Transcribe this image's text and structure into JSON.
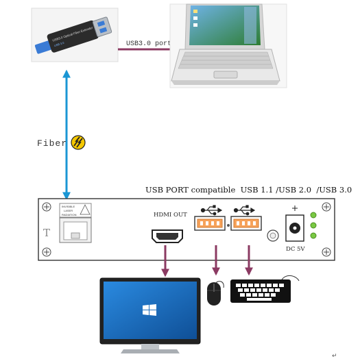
{
  "labels": {
    "usb_port_link": "USB3.0 port",
    "fiber": "Fiber",
    "compat": "USB PORT compatible  USB 1.1 /USB 2.0  /USB 3.0",
    "hdmi_out": "HDMI OUT",
    "dc": "DC 5V",
    "laser_warning": [
      "INVISIBLE",
      "LASER",
      "RADIATION"
    ],
    "panel_t": "T",
    "dongle_text": [
      "USB3.0 Optical Fiber Extender",
      "USB 3.0"
    ],
    "corner_mark": "↵"
  },
  "colors": {
    "fiber_arrow": "#1a96d4",
    "connection_arrow": "#8b3a62",
    "warning_badge": "#f5c800",
    "panel_border": "#333333",
    "monitor_screen": "#1a6fc0"
  },
  "icons": [
    "fiber-warning-icon",
    "usb-symbol-icon",
    "windows-logo-icon",
    "mouse-icon",
    "keyboard-icon",
    "laptop-icon",
    "dongle-icon",
    "monitor-icon"
  ]
}
